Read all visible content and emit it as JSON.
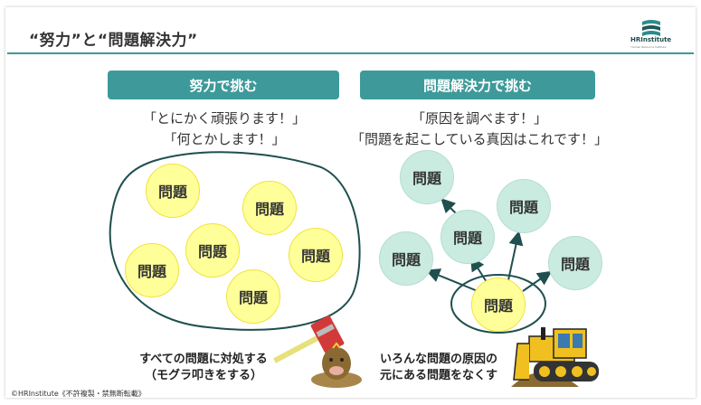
{
  "slide": {
    "title": "“努力”と“問題解決力”",
    "logo_text": "HRInstitute",
    "logo_sub": "Human Resource Institute",
    "copyright": "©HRInstitute《不許複製・禁無断転載》"
  },
  "left": {
    "header": "努力で挑む",
    "quote_line1": "「とにかく頑張ります！」",
    "quote_line2": "「何とかします！」",
    "bubble_label": "問題",
    "caption_line1": "すべての問題に対処する",
    "caption_line2": "（モグラ叩きをする）"
  },
  "right": {
    "header": "問題解決力で挑む",
    "quote_line1": "「原因を調べます！」",
    "quote_line2": "「問題を起こしている真因はこれです！」",
    "bubble_label": "問題",
    "caption_line1": "いろんな問題の原因の",
    "caption_line2": "元にある問題をなくす"
  },
  "colors": {
    "accent": "#3e9a9a",
    "yellow_bubble": "#ffff99",
    "mint_bubble": "#c9ebe0",
    "outline": "#1f4f4f"
  },
  "icons": [
    "hammer-icon",
    "mole-icon",
    "bulldozer-icon",
    "dirt-pile-icon"
  ]
}
